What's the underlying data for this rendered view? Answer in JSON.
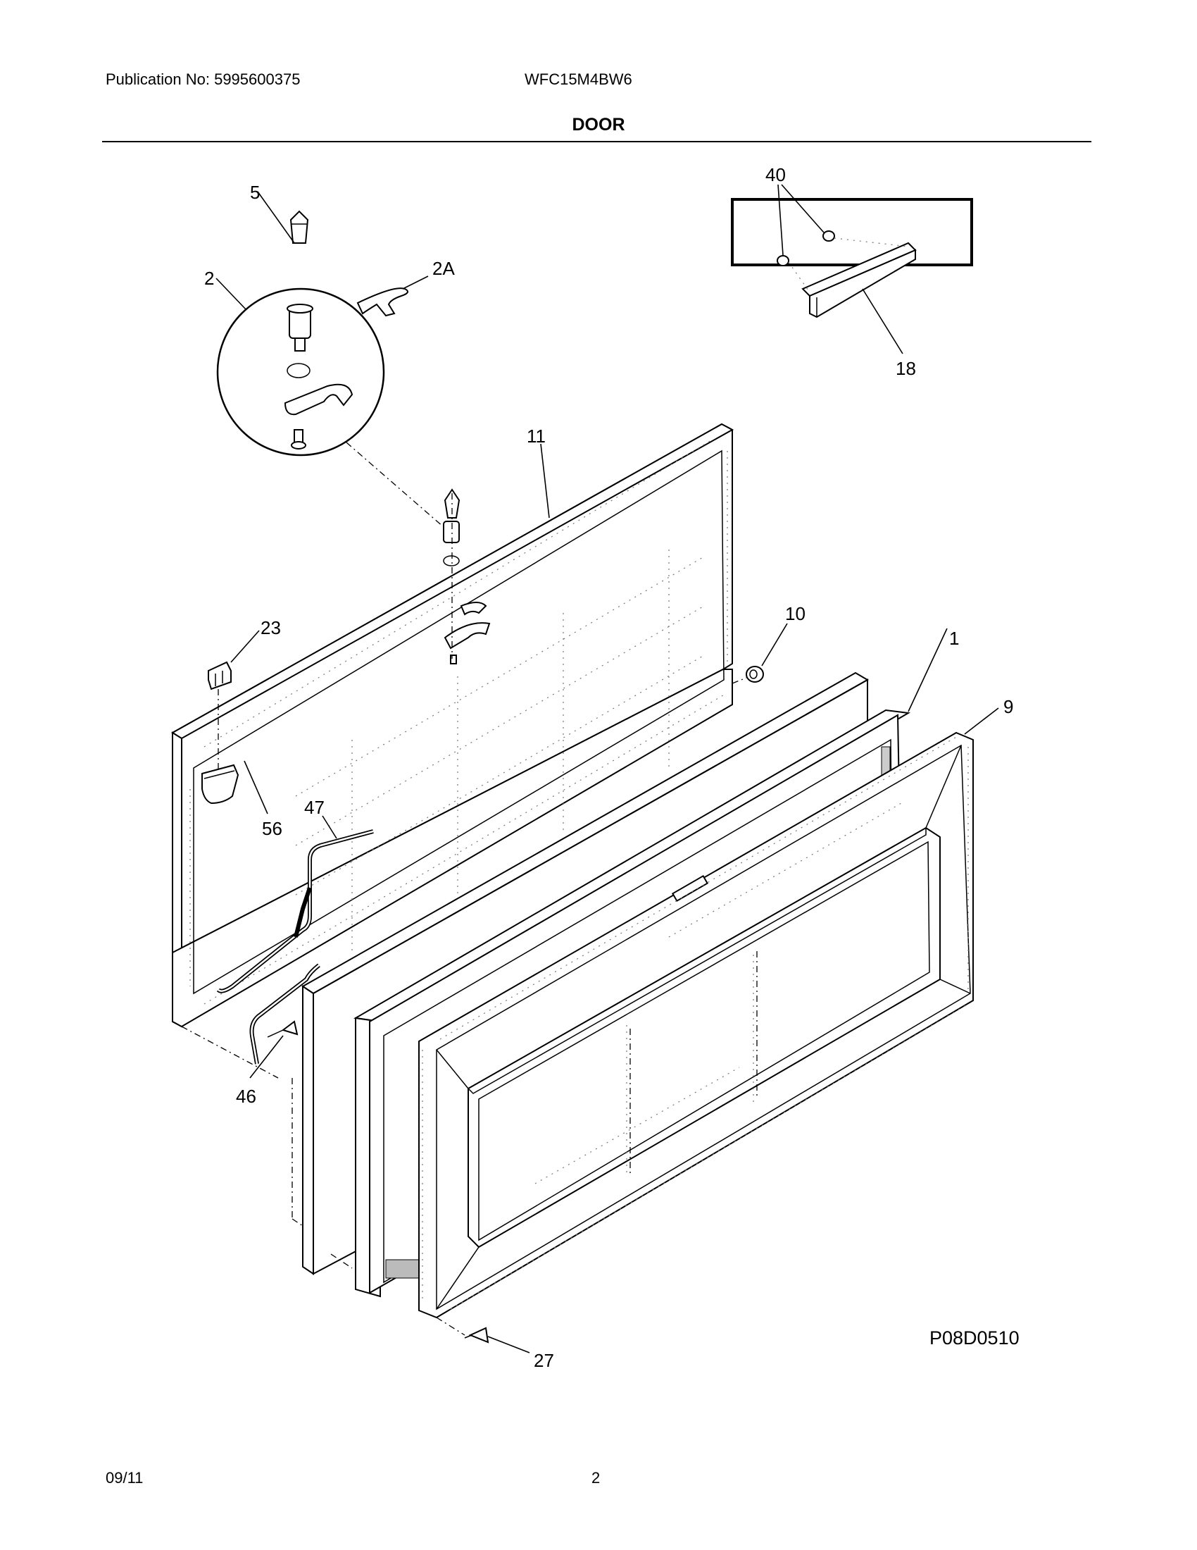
{
  "header": {
    "publication": "Publication No: 5995600375",
    "model": "WFC15M4BW6",
    "title": "DOOR"
  },
  "footer": {
    "date": "09/11",
    "page": "2"
  },
  "diagram": {
    "code": "P08D0510",
    "labels": {
      "p5": "5",
      "p2": "2",
      "p2a": "2A",
      "p40": "40",
      "p18": "18",
      "p11": "11",
      "p23": "23",
      "p10": "10",
      "p1": "1",
      "p9": "9",
      "p47": "47",
      "p56": "56",
      "p46": "46",
      "p27": "27"
    }
  }
}
